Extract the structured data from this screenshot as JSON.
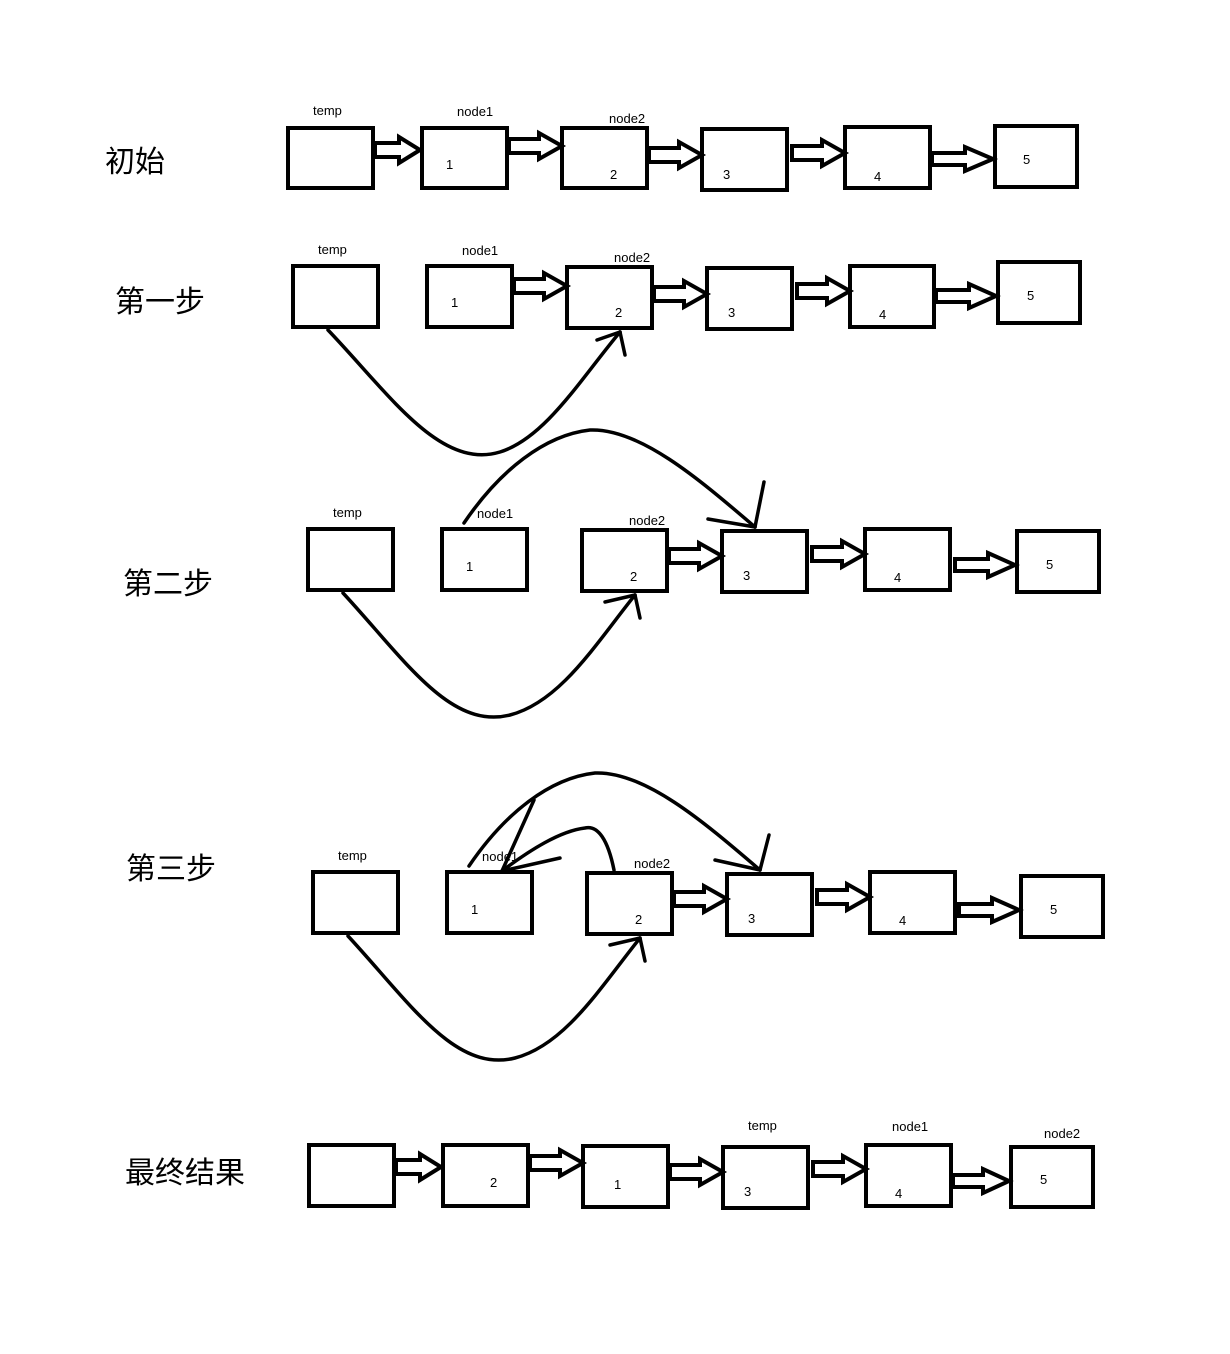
{
  "rows": [
    {
      "title": "初始",
      "nodes": [
        {
          "value": "",
          "pointer": "temp"
        },
        {
          "value": "1",
          "pointer": "node1"
        },
        {
          "value": "2",
          "pointer": "node2"
        },
        {
          "value": "3",
          "pointer": ""
        },
        {
          "value": "4",
          "pointer": ""
        },
        {
          "value": "5",
          "pointer": ""
        }
      ]
    },
    {
      "title": "第一步",
      "nodes": [
        {
          "value": "",
          "pointer": "temp"
        },
        {
          "value": "1",
          "pointer": "node1"
        },
        {
          "value": "2",
          "pointer": "node2"
        },
        {
          "value": "3",
          "pointer": ""
        },
        {
          "value": "4",
          "pointer": ""
        },
        {
          "value": "5",
          "pointer": ""
        }
      ]
    },
    {
      "title": "第二步",
      "nodes": [
        {
          "value": "",
          "pointer": "temp"
        },
        {
          "value": "1",
          "pointer": "node1"
        },
        {
          "value": "2",
          "pointer": "node2"
        },
        {
          "value": "3",
          "pointer": ""
        },
        {
          "value": "4",
          "pointer": ""
        },
        {
          "value": "5",
          "pointer": ""
        }
      ]
    },
    {
      "title": "第三步",
      "nodes": [
        {
          "value": "",
          "pointer": "temp"
        },
        {
          "value": "1",
          "pointer": "node1"
        },
        {
          "value": "2",
          "pointer": "node2"
        },
        {
          "value": "3",
          "pointer": ""
        },
        {
          "value": "4",
          "pointer": ""
        },
        {
          "value": "5",
          "pointer": ""
        }
      ]
    },
    {
      "title": "最终结果",
      "nodes": [
        {
          "value": "",
          "pointer": ""
        },
        {
          "value": "2",
          "pointer": ""
        },
        {
          "value": "1",
          "pointer": ""
        },
        {
          "value": "3",
          "pointer": "temp"
        },
        {
          "value": "4",
          "pointer": "node1"
        },
        {
          "value": "5",
          "pointer": "node2"
        }
      ]
    }
  ],
  "colors": {
    "ink": "#000000",
    "background": "#ffffff"
  }
}
